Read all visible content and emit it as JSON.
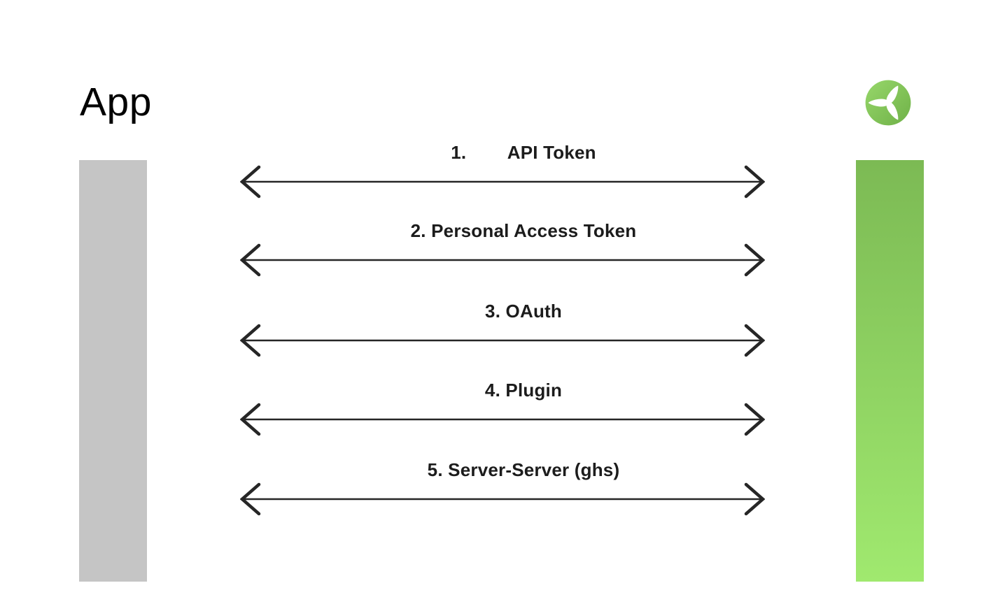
{
  "title": "App",
  "logo": {
    "icon": "turbine-propeller-icon"
  },
  "bars": {
    "left": "app-bar",
    "right": "service-bar"
  },
  "arrows": [
    {
      "label": "1.        API Token"
    },
    {
      "label": "2. Personal Access Token"
    },
    {
      "label": "3. OAuth"
    },
    {
      "label": "4. Plugin"
    },
    {
      "label": "5. Server-Server (ghs)"
    }
  ],
  "colors": {
    "bar_gray": "#c5c5c5",
    "bar_green_top": "#7cba54",
    "bar_green_bottom": "#a0e96f",
    "logo_green_light": "#97d76a",
    "logo_green_dark": "#6fb148",
    "arrow": "#262626",
    "text": "#000000"
  }
}
